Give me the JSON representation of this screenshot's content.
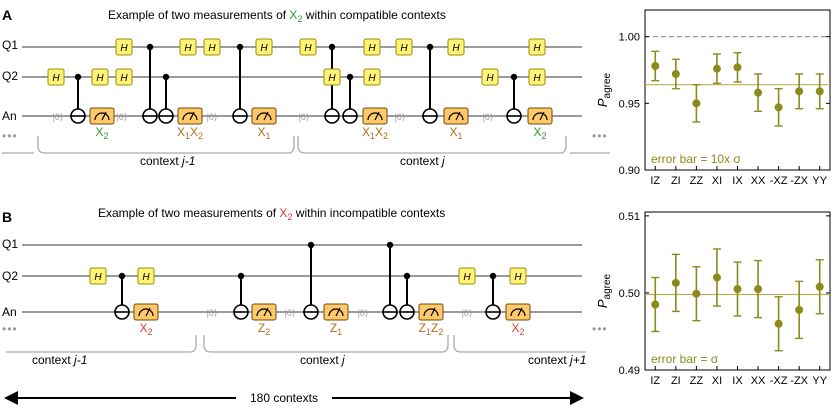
{
  "panel_a": {
    "letter": "A",
    "title_pre": "Example of two measurements of ",
    "title_sym": "X",
    "title_sub": "2",
    "title_post": " within compatible contexts",
    "title_sym_color": "#2a9d2a",
    "qubits": [
      "Q1",
      "Q2",
      "An"
    ],
    "gate_label": "H",
    "ket": "|0⟩",
    "ellipsis": "•••",
    "meas_labels": [
      {
        "sym": "X",
        "sub": "2",
        "color": "#2a9d2a"
      },
      {
        "sym": "X",
        "sub": "1",
        "sym2": "X",
        "sub2": "2",
        "color": "#b86a14"
      },
      {
        "sym": "X",
        "sub": "1",
        "color": "#b86a14"
      },
      {
        "sym": "X",
        "sub": "1",
        "sym2": "X",
        "sub2": "2",
        "color": "#b86a14"
      },
      {
        "sym": "X",
        "sub": "1",
        "color": "#b86a14"
      },
      {
        "sym": "X",
        "sub": "2",
        "color": "#2a9d2a"
      }
    ],
    "context_labels": [
      {
        "pre": "context ",
        "italic": "j-1"
      },
      {
        "pre": "context ",
        "italic": "j"
      }
    ]
  },
  "panel_b": {
    "letter": "B",
    "title_pre": "Example of two measurements of ",
    "title_sym": "X",
    "title_sub": "2",
    "title_post": " within incompatible contexts",
    "title_sym_color": "#e23b2e",
    "qubits": [
      "Q1",
      "Q2",
      "An"
    ],
    "gate_label": "H",
    "ket": "|0⟩",
    "ellipsis": "•••",
    "meas_labels": [
      {
        "sym": "X",
        "sub": "2",
        "color": "#e23b2e"
      },
      {
        "sym": "Z",
        "sub": "2",
        "color": "#b86a14"
      },
      {
        "sym": "Z",
        "sub": "1",
        "color": "#b86a14"
      },
      {
        "sym": "Z",
        "sub": "1",
        "sym2": "Z",
        "sub2": "2",
        "color": "#b86a14"
      },
      {
        "sym": "X",
        "sub": "2",
        "color": "#e23b2e"
      }
    ],
    "context_labels": [
      {
        "pre": "context ",
        "italic": "j-1"
      },
      {
        "pre": "context ",
        "italic": "j"
      },
      {
        "pre": "context ",
        "italic": "j+1"
      }
    ]
  },
  "arrow_label": "180 contexts",
  "chart_data": [
    {
      "type": "scatter",
      "ylabel_main": "P",
      "ylabel_sub": "agree",
      "categories": [
        "IZ",
        "ZI",
        "ZZ",
        "XI",
        "IX",
        "XX",
        "-XZ",
        "-ZX",
        "YY"
      ],
      "values": [
        0.978,
        0.972,
        0.95,
        0.976,
        0.977,
        0.958,
        0.947,
        0.959,
        0.959
      ],
      "errors": [
        0.011,
        0.011,
        0.014,
        0.011,
        0.011,
        0.014,
        0.014,
        0.013,
        0.013
      ],
      "ylim": [
        0.9,
        1.02
      ],
      "yticks": [
        "0.90",
        "0.95",
        "1.00"
      ],
      "ytick_values": [
        0.9,
        0.95,
        1.0
      ],
      "ref_dashed": 1.0,
      "ref_solid": 0.964,
      "annotation": "error bar = 10x σ",
      "color": "#8b8a1b"
    },
    {
      "type": "scatter",
      "ylabel_main": "P",
      "ylabel_sub": "agree",
      "categories": [
        "IZ",
        "ZI",
        "ZZ",
        "XI",
        "IX",
        "XX",
        "-XZ",
        "-ZX",
        "YY"
      ],
      "values": [
        0.4985,
        0.5013,
        0.4999,
        0.502,
        0.5005,
        0.5005,
        0.496,
        0.4978,
        0.5008
      ],
      "errors": [
        0.0035,
        0.0037,
        0.0035,
        0.0037,
        0.0035,
        0.0037,
        0.0035,
        0.0037,
        0.0035
      ],
      "ylim": [
        0.49,
        0.5105
      ],
      "yticks": [
        "0.49",
        "0.50",
        "0.51"
      ],
      "ytick_values": [
        0.49,
        0.5,
        0.51
      ],
      "ref_solid": 0.4998,
      "annotation": "error bar = σ",
      "color": "#8b8a1b"
    }
  ]
}
